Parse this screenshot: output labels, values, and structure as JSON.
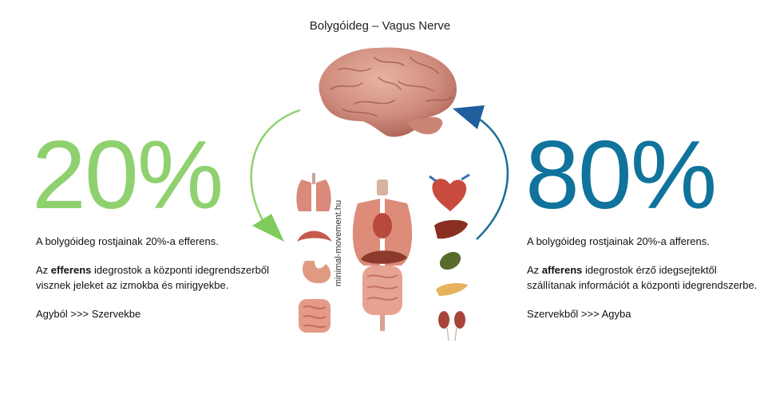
{
  "title": "Bolygóideg – Vagus Nerve",
  "left": {
    "percent": "20%",
    "line1": "A bolygóideg rostjainak 20%-a efferens.",
    "para2_before": "Az ",
    "para2_bold": "efferens",
    "para2_after": " idegrostok a központi idegrendszerből visznek jeleket az izmokba és mirigyekbe.",
    "direction": "Agyból >>> Szervekbe"
  },
  "right": {
    "percent": "80%",
    "line1": "A bolygóideg rostjainak 20%-a afferens.",
    "para2_before": "Az ",
    "para2_bold": "afferens",
    "para2_after": " idegrostok érző idegsejtektől szállítanak információt a központi idegrendszerbe.",
    "direction": "Szervekből >>> Agyba"
  },
  "watermark": "minimal-movement.hu",
  "colors": {
    "efferent_green": "#8fd16f",
    "afferent_blue": "#0f739c",
    "arrow_blue_head": "#1f5f9e"
  },
  "icons": [
    "brain-icon",
    "lungs-icon",
    "diaphragm-icon",
    "stomach-icon",
    "intestine-icon",
    "torso-organs-icon",
    "heart-icon",
    "liver-icon",
    "gallbladder-icon",
    "pancreas-icon",
    "kidneys-icon"
  ]
}
